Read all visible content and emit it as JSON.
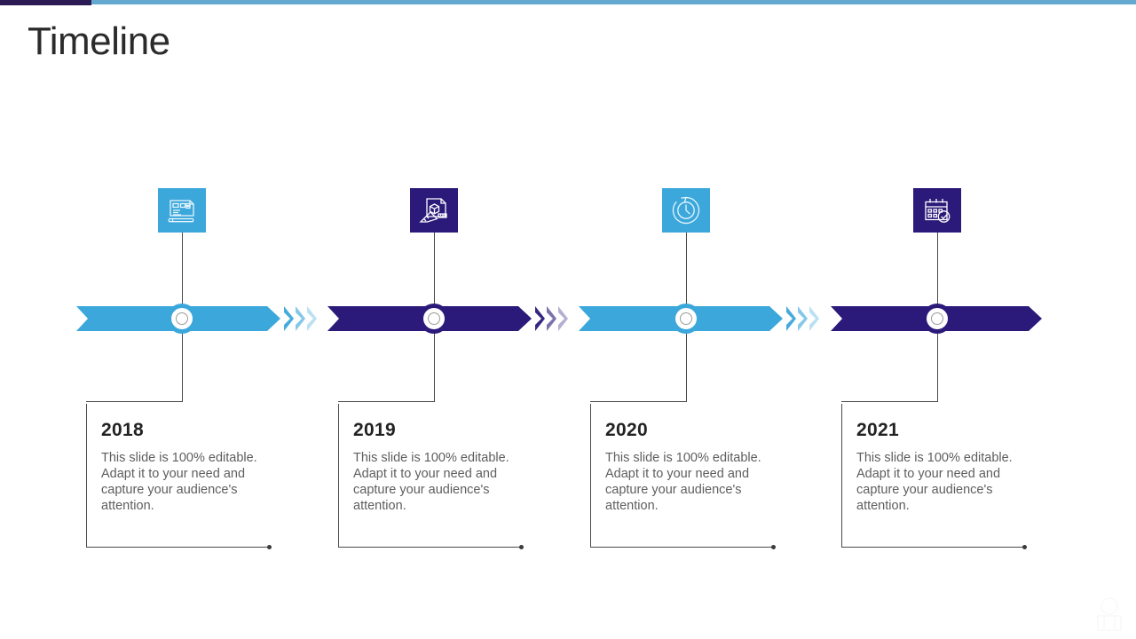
{
  "slide": {
    "title": "Timeline",
    "top_accent": {
      "dark_color": "#2b1a54",
      "light_color": "#63a8cf"
    },
    "theme": {
      "blue": "#3ba7db",
      "purple": "#2b1a7a",
      "text_dark": "#222222",
      "text_body": "#5e5e5e",
      "line": "#4a4a4a"
    }
  },
  "milestones": [
    {
      "year": "2018",
      "description": "This slide is 100% editable. Adapt it to your need and capture your audience's attention.",
      "icon": "blueprint-pencil-icon",
      "color": "#3ba7db",
      "bar_color": "#3ba7db",
      "has_trailing_chevrons": true
    },
    {
      "year": "2019",
      "description": "This slide is 100% editable. Adapt it to your need and capture your audience's attention.",
      "icon": "design-cube-ruler-icon",
      "color": "#2b1a7a",
      "bar_color": "#2b1a7a",
      "has_trailing_chevrons": true
    },
    {
      "year": "2020",
      "description": "This slide is 100% editable. Adapt it to your need and capture your audience's attention.",
      "icon": "clock-history-icon",
      "color": "#3ba7db",
      "bar_color": "#3ba7db",
      "has_trailing_chevrons": true
    },
    {
      "year": "2021",
      "description": "This slide is 100% editable. Adapt it to your need and capture your audience's attention.",
      "icon": "calendar-check-icon",
      "color": "#2b1a7a",
      "bar_color": "#2b1a7a",
      "has_trailing_chevrons": false
    }
  ]
}
